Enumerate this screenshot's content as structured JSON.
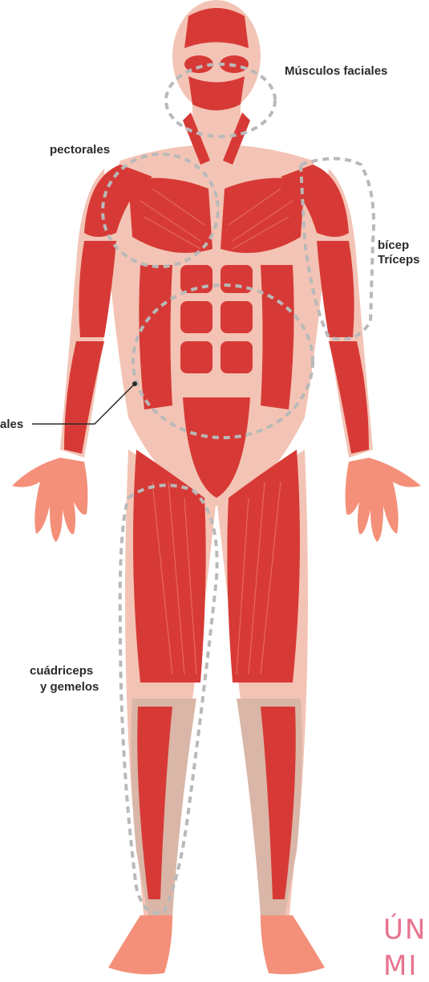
{
  "colors": {
    "muscle": "#d73a36",
    "muscle_dark": "#b52a28",
    "muscle_line": "#ec7a6e",
    "skin": "#f3c4b5",
    "skin_extremity": "#f4907a",
    "shin": "#d9b6a7",
    "dashed_outline": "#b9b9b9",
    "label_text": "#2b2b2b",
    "brand": "#e8738f"
  },
  "labels": {
    "facial": "Músculos faciales",
    "pectorales": "pectorales",
    "bicep": "bícep",
    "triceps": "Tríceps",
    "abdominales": "ales",
    "cuadriceps_line1": "cuádriceps",
    "cuadriceps_line2": "y gemelos"
  },
  "brand": {
    "line1": "ÚN",
    "line2": "MI"
  }
}
